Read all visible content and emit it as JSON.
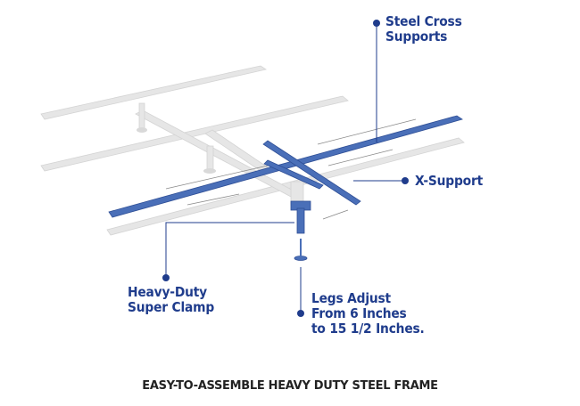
{
  "callouts": {
    "steel_cross_supports": {
      "line1": "Steel Cross",
      "line2": "Supports"
    },
    "x_support": {
      "line1": "X-Support"
    },
    "heavy_duty_clamp": {
      "line1": "Heavy-Duty",
      "line2": "Super Clamp"
    },
    "legs_adjust": {
      "line1": "Legs Adjust",
      "line2": "From 6 Inches",
      "line3": "to 15 1/2 Inches."
    }
  },
  "caption": "EASY-TO-ASSEMBLE HEAVY DUTY STEEL FRAME",
  "colors": {
    "accent": "#1f3c8c",
    "steel_blue": "#4a6fb8",
    "frame_gray": "#e3e3e3",
    "caption_text": "#222222"
  }
}
